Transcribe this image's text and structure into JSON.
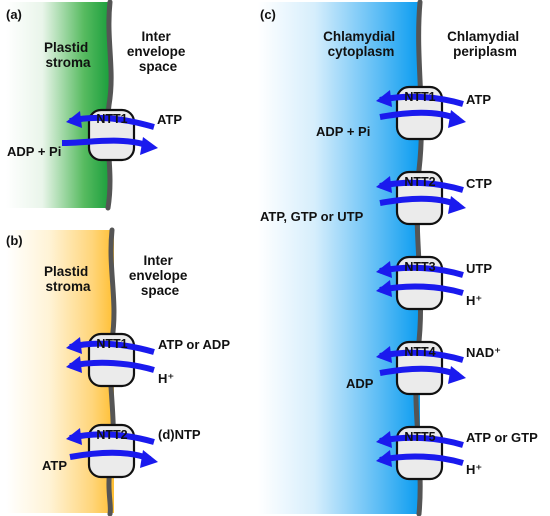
{
  "colors": {
    "stroma_a": "#1a9e3c",
    "stroma_b": "#ffbf33",
    "cytoplasm_c": "#0a9cf0",
    "membrane": "#555555",
    "arrow": "#1a1aee",
    "transporter_fill": "#ebebeb"
  },
  "panels": [
    {
      "label": "(a)",
      "left_region": [
        "Plastid",
        "stroma"
      ],
      "right_region": [
        "Inter",
        "envelope",
        "space"
      ],
      "transporters": [
        {
          "name": "NTT1",
          "right_label": "ATP",
          "left_label": "ADP + Pi"
        }
      ]
    },
    {
      "label": "(b)",
      "left_region": [
        "Plastid",
        "stroma"
      ],
      "right_region": [
        "Inter",
        "envelope",
        "space"
      ],
      "transporters": [
        {
          "name": "NTT1",
          "right_label": "ATP or ADP",
          "right_label_2": "H⁺"
        },
        {
          "name": "NTT2",
          "right_label": "(d)NTP",
          "left_label": "ATP"
        }
      ]
    },
    {
      "label": "(c)",
      "left_region": [
        "Chlamydial",
        "cytoplasm"
      ],
      "right_region": [
        "Chlamydial",
        "periplasm"
      ],
      "transporters": [
        {
          "name": "NTT1",
          "right_label": "ATP",
          "left_label": "ADP + Pi"
        },
        {
          "name": "NTT2",
          "right_label": "CTP",
          "left_label": "ATP, GTP or UTP"
        },
        {
          "name": "NTT3",
          "right_label": "UTP",
          "right_label_2": "H⁺"
        },
        {
          "name": "NTT4",
          "right_label": "NAD⁺",
          "left_label": "ADP"
        },
        {
          "name": "NTT5",
          "right_label": "ATP or GTP",
          "right_label_2": "H⁺"
        }
      ]
    }
  ]
}
